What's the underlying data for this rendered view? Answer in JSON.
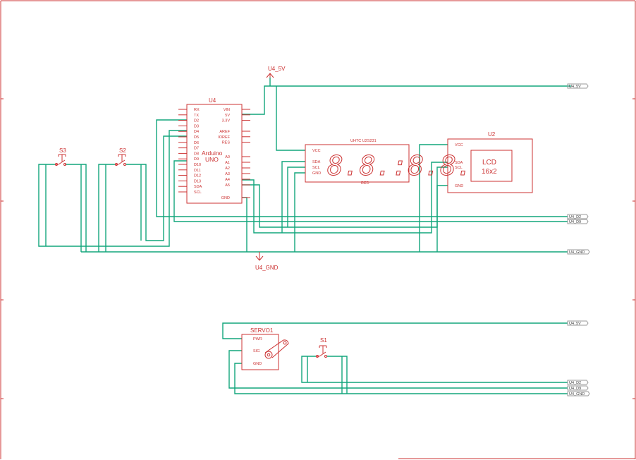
{
  "frame_color": "#cc3333",
  "wire_color": "#12a67c",
  "power": {
    "top_label": "U4_5V",
    "ground_label": "U4_GND"
  },
  "net_labels": {
    "n1": "U4_5V",
    "n2": "U4_D2",
    "n3": "U4_D9",
    "n4": "U4_GND",
    "n5": "U4_5V",
    "n6": "U4_D2",
    "n7": "U4_D9",
    "n8": "U4_GND"
  },
  "arduino": {
    "ref": "U4",
    "name_line1": "Arduino",
    "name_line2": "UNO",
    "left_pins": [
      "RX",
      "TX",
      "D2",
      "D3",
      "D4",
      "D5",
      "D6",
      "D7",
      "D8",
      "D9",
      "D10",
      "D11",
      "D12",
      "D13",
      "SDA",
      "SCL"
    ],
    "right_pins_top": [
      "VIN",
      "5V",
      "3.3V"
    ],
    "right_pins_mid": [
      "AREF",
      "IOREF",
      "RES"
    ],
    "right_pins_analog": [
      "A0",
      "A1",
      "A2",
      "A3",
      "A4",
      "A5"
    ],
    "right_gnd": "GND"
  },
  "display": {
    "title": "UHTC U2S231",
    "digits": "8.8.:8.8.",
    "footer": "RED",
    "pins": [
      "VCC",
      "SDA",
      "SCL",
      "GND"
    ]
  },
  "lcd": {
    "ref": "U2",
    "line1": "LCD",
    "line2": "16x2",
    "pins": [
      "VCC",
      "SDA",
      "SCL",
      "GND"
    ]
  },
  "buttons": {
    "s1": "S1",
    "s2": "S2",
    "s3": "S3"
  },
  "servo": {
    "ref": "SERVO1",
    "pins": [
      "PWR",
      "SIG",
      "GND"
    ]
  }
}
